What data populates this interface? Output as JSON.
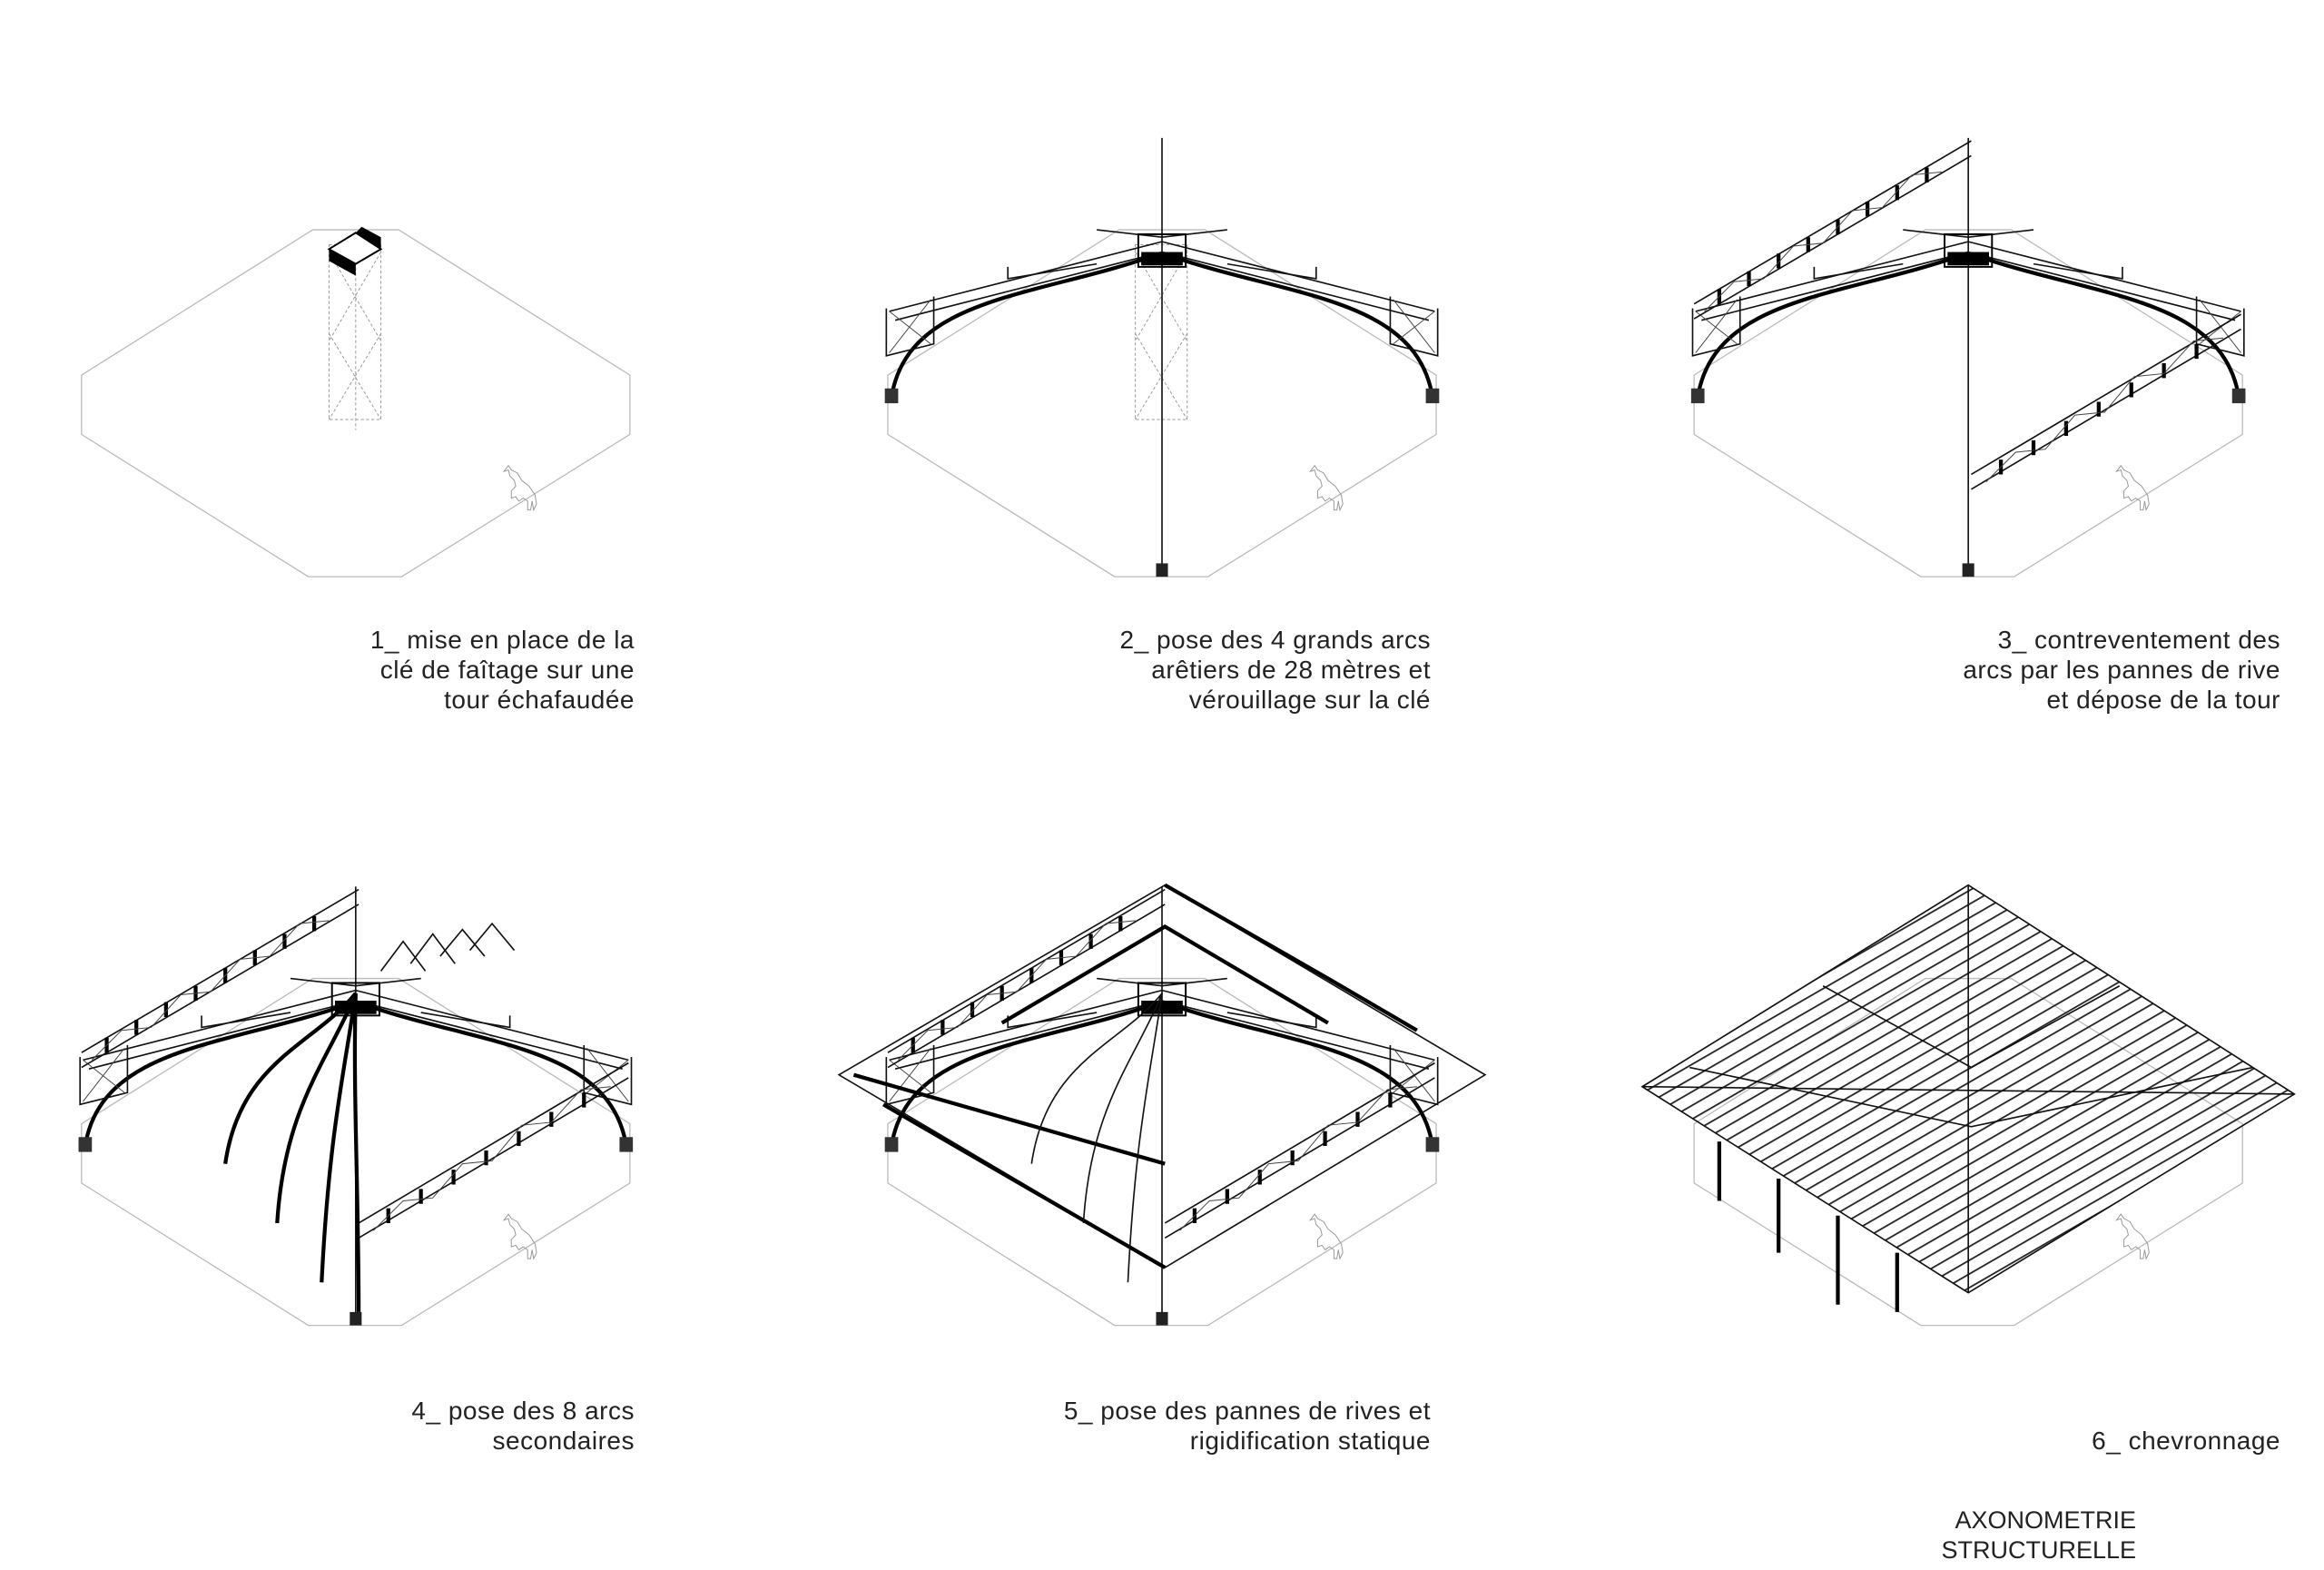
{
  "steps": [
    {
      "lines": [
        "1_ mise en place de la",
        "clé de faîtage sur une",
        "tour échafaudée"
      ]
    },
    {
      "lines": [
        "2_ pose des 4 grands arcs",
        "arêtiers de 28 mètres et",
        "vérouillage sur la clé"
      ]
    },
    {
      "lines": [
        "3_ contreventement des",
        "arcs par les pannes de rive",
        "et dépose de la tour"
      ]
    },
    {
      "lines": [
        "4_ pose des  8 arcs",
        "secondaires"
      ]
    },
    {
      "lines": [
        "5_ pose des pannes de rives et",
        "rigidification statique"
      ]
    },
    {
      "lines": [
        "6_ chevronnage"
      ]
    }
  ],
  "title": {
    "line1": "AXONOMETRIE",
    "line2": "STRUCTURELLE"
  }
}
